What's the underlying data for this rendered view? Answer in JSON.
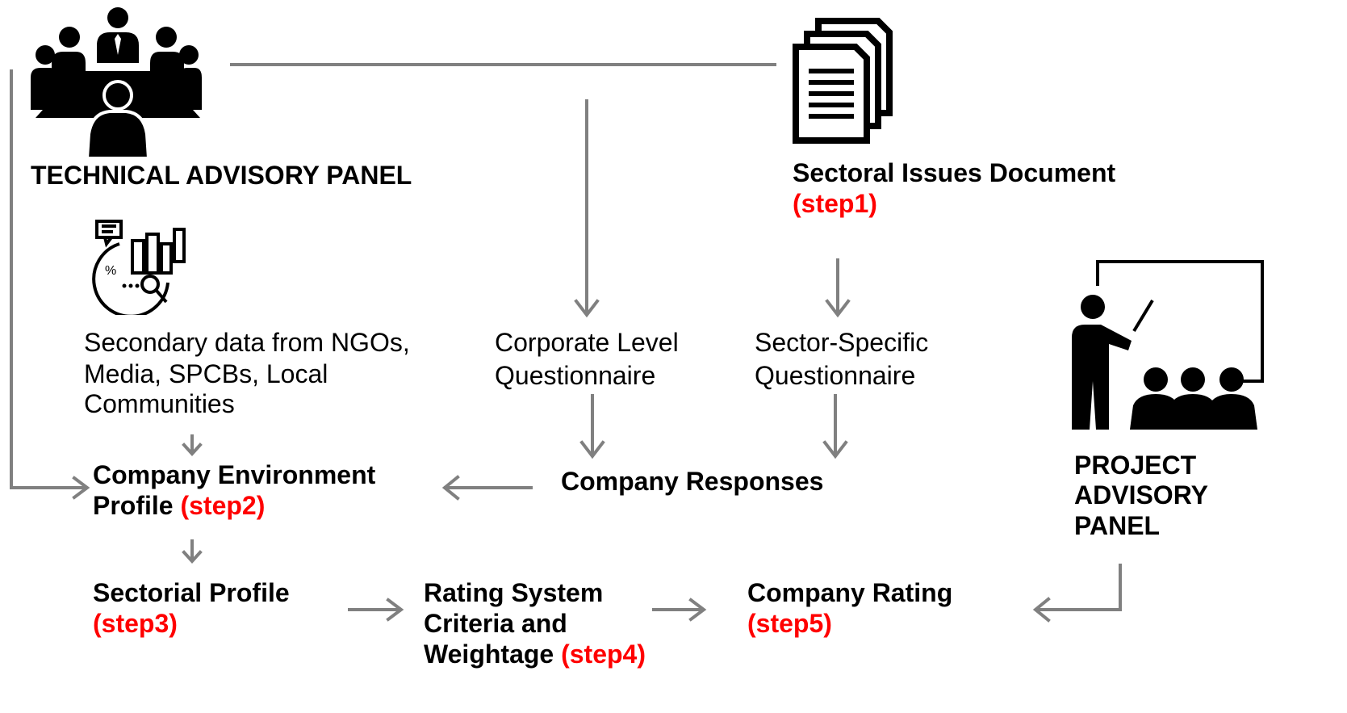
{
  "nodes": {
    "tap": {
      "title": "TECHNICAL ADVISORY PANEL"
    },
    "sid": {
      "title": "Sectoral Issues Document",
      "step": "(step1)"
    },
    "secondary": {
      "lines": [
        "Secondary data from NGOs,",
        "Media, SPCBs, Local",
        "Communities"
      ]
    },
    "corporate": {
      "lines": [
        "Corporate Level",
        "Questionnaire"
      ]
    },
    "sector": {
      "lines": [
        "Sector-Specific",
        "Questionnaire"
      ]
    },
    "pap": {
      "lines": [
        "PROJECT",
        "ADVISORY",
        "PANEL"
      ]
    },
    "cep": {
      "line1": "Company Environment",
      "line2": "Profile",
      "step": "(step2)"
    },
    "responses": {
      "title": "Company Responses"
    },
    "sectorial": {
      "title": "Sectorial Profile",
      "step": "(step3)"
    },
    "rating_system": {
      "line1": "Rating System",
      "line2": "Criteria and",
      "line3": "Weightage",
      "step": "(step4)"
    },
    "company_rating": {
      "title": "Company Rating",
      "step": "(step5)"
    }
  },
  "icons": {
    "tap": "meeting-people-icon",
    "sid": "documents-stack-icon",
    "secondary": "data-analysis-icon",
    "pap": "presentation-icon"
  },
  "colors": {
    "connector": "#808080",
    "step": "#ff0000",
    "text": "#000000"
  }
}
